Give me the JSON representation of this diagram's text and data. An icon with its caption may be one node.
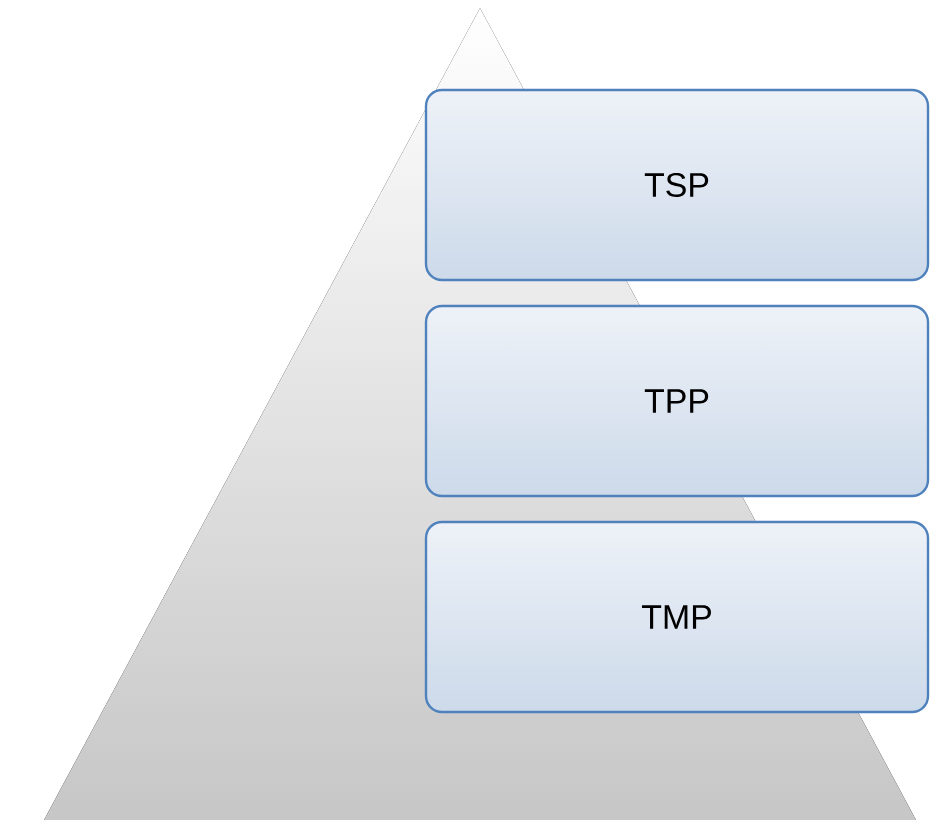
{
  "diagram": {
    "nodes": [
      {
        "text": [
          "TSP"
        ]
      },
      {
        "text": [
          "TPP"
        ]
      },
      {
        "text": [
          "TMP"
        ]
      }
    ]
  }
}
